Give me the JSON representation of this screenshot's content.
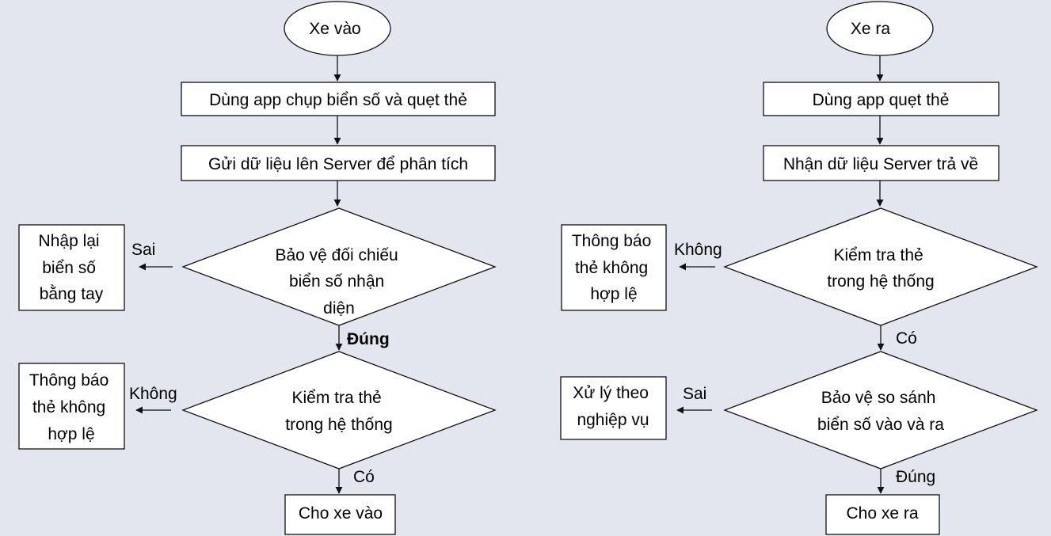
{
  "background_color": "#e3e6ef",
  "entry_flow": {
    "start": "Xe vào",
    "step1": "Dùng app chụp biển số và quẹt thẻ",
    "step2": "Gửi dữ liệu lên Server để phân tích",
    "decision1": [
      "Bảo vệ đối chiếu",
      "biển số nhận",
      "diện"
    ],
    "decision1_no": "Sai",
    "decision1_no_result": [
      "Nhập lại",
      "biển số",
      "bằng tay"
    ],
    "decision1_yes": "Đúng",
    "decision2": [
      "Kiểm tra thẻ",
      "trong hệ thống"
    ],
    "decision2_no": "Không",
    "decision2_no_result": [
      "Thông báo",
      "thẻ không",
      "hợp lệ"
    ],
    "decision2_yes": "Có",
    "end": "Cho xe vào"
  },
  "exit_flow": {
    "start": "Xe ra",
    "step1": "Dùng app quẹt thẻ",
    "step2": "Nhận dữ liệu Server trả về",
    "decision1": [
      "Kiểm tra thẻ",
      "trong hệ thống"
    ],
    "decision1_no": "Không",
    "decision1_no_result": [
      "Thông báo",
      "thẻ không",
      "hợp lệ"
    ],
    "decision1_yes": "Có",
    "decision2": [
      "Bảo vệ so sánh",
      "biển số vào và ra"
    ],
    "decision2_no": "Sai",
    "decision2_no_result": [
      "Xử lý theo",
      "nghiệp vụ"
    ],
    "decision2_yes": "Đúng",
    "end": "Cho xe ra"
  }
}
